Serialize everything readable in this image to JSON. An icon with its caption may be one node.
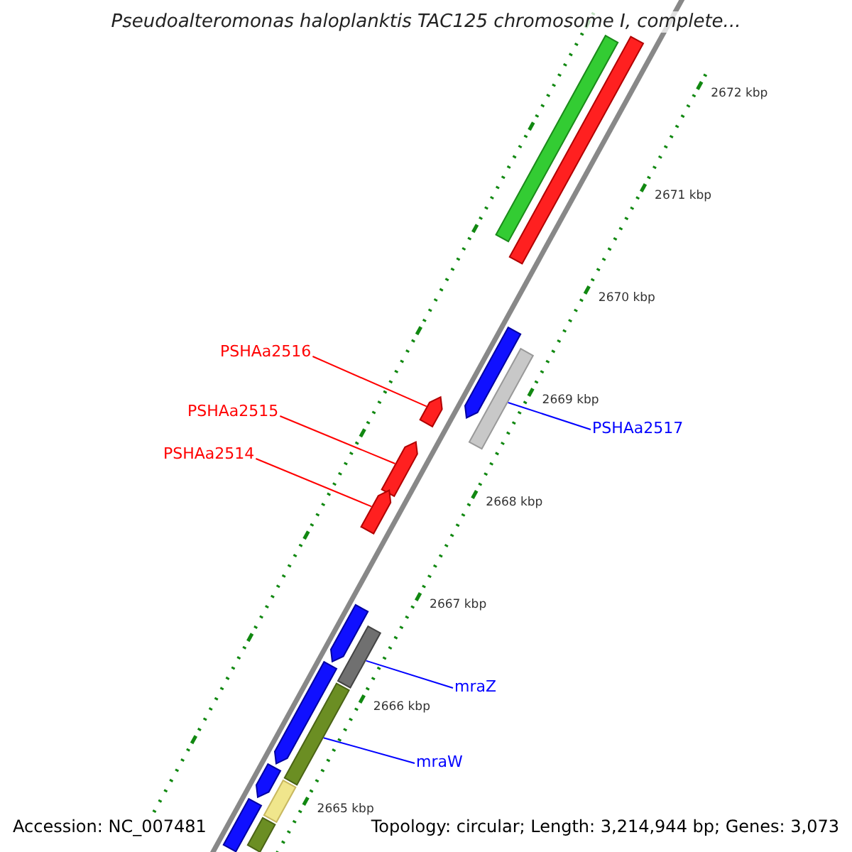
{
  "diagram": {
    "title": "Pseudoalteromonas haloplanktis TAC125 chromosome I, complete...",
    "nodes": [
      {
        "text": [
          "PSHAa2516"
        ]
      },
      {
        "text": [],
        "shape": "bar"
      },
      {
        "text": [
          "PSHAa2515"
        ]
      },
      {
        "text": [],
        "shape": "bar"
      },
      {
        "text": [
          "PSHAa2514"
        ]
      },
      {
        "text": [],
        "shape": "bar"
      },
      {
        "text": [
          "PSHAa2517"
        ]
      },
      {
        "text": [],
        "shape": "bar"
      },
      {
        "text": [
          "mraZ"
        ]
      },
      {
        "text": [],
        "shape": "bar"
      },
      {
        "text": [
          "mraW"
        ]
      },
      {
        "text": [],
        "shape": "bar"
      },
      {
        "text": [],
        "shape": "bar"
      },
      {
        "text": [],
        "shape": "bar"
      },
      {
        "text": [],
        "shape": "bar"
      },
      {
        "text": [],
        "shape": "bar"
      },
      {
        "text": [],
        "shape": "bar"
      },
      {
        "text": [],
        "shape": "bar"
      },
      {
        "text": [],
        "shape": "bar"
      },
      {
        "text": [],
        "shape": "bar"
      },
      {
        "text": [],
        "shape": "bar"
      }
    ],
    "edges": [
      {
        "from": 0,
        "to": 1,
        "arrow": "none",
        "color": "#ff0000"
      },
      {
        "from": 2,
        "to": 3,
        "arrow": "none",
        "color": "#ff0000"
      },
      {
        "from": 4,
        "to": 5,
        "arrow": "none",
        "color": "#ff0000"
      },
      {
        "from": 6,
        "to": 7,
        "arrow": "none",
        "color": "#0000ff"
      },
      {
        "from": 8,
        "to": 9,
        "arrow": "none",
        "color": "#0000ff"
      },
      {
        "from": 10,
        "to": 11,
        "arrow": "none",
        "color": "#0000ff"
      }
    ],
    "labels": [
      "2672 kbp",
      "2671 kbp",
      "2670 kbp",
      "2669 kbp",
      "2668 kbp",
      "2667 kbp",
      "2666 kbp",
      "2665 kbp",
      "Accession: NC_007481",
      "Topology: circular; Length: 3,214,944 bp; Genes: 3,073"
    ]
  }
}
